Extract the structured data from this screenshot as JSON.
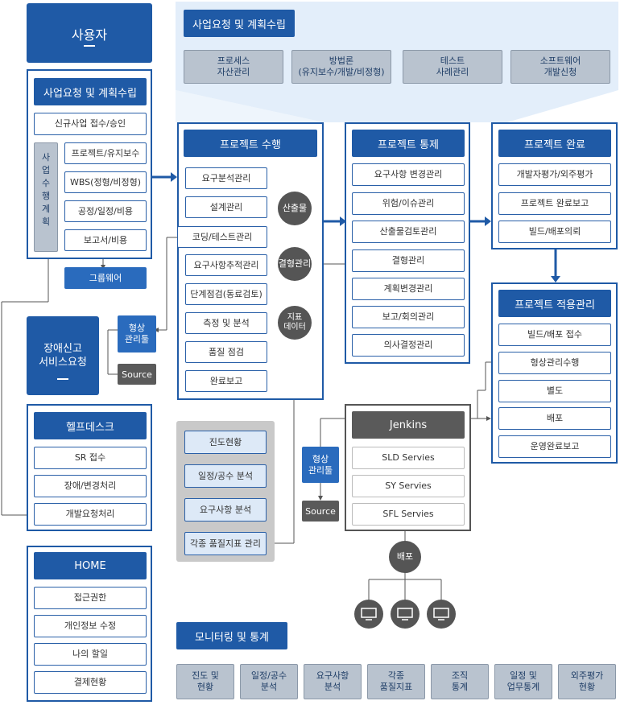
{
  "user": {
    "label": "사용자"
  },
  "incident_service": {
    "label": "장애신고\n서비스요청"
  },
  "plan_panel": {
    "title": "사업요청 및 계획수립",
    "new_project": "신규사업 접수/승인",
    "vertical_label": "사업수행계획",
    "items": [
      "프로젝트/유지보수",
      "WBS(정형/비정형)",
      "공정/일정/비용",
      "보고서/비용"
    ]
  },
  "groupware": "그룹웨어",
  "top_banner": {
    "title": "사업요청 및 계획수립",
    "items": [
      "프로세스\n자산관리",
      "방법론\n(유지보수/개발/비정형)",
      "테스트\n사례관리",
      "소프트웨어\n개발신청"
    ]
  },
  "project_exec": {
    "title": "프로젝트 수행",
    "items": [
      "요구분석관리",
      "설계관리",
      "코딩/테스트관리",
      "요구사항추적관리",
      "단계점검(동료검토)",
      "측정 및 분석",
      "품질 점검",
      "완료보고"
    ]
  },
  "circles": {
    "deliverables": "산출물",
    "approval": "결형관리",
    "metrics": "지표\n데이터",
    "deploy": "배포"
  },
  "config_tool_1": "형상\n관리툴",
  "source_1": "Source",
  "config_tool_2": "형상\n관리툴",
  "source_2": "Source",
  "project_control": {
    "title": "프로젝트 통제",
    "items": [
      "요구사항 변경관리",
      "위험/이슈관리",
      "산출물검토관리",
      "결형관리",
      "계획변경관리",
      "보고/회의관리",
      "의사결정관리"
    ]
  },
  "project_done": {
    "title": "프로젝트 완료",
    "items": [
      "개발자평가/외주평가",
      "프로젝트 완료보고",
      "빌드/배포의뢰"
    ]
  },
  "project_apply": {
    "title": "프로젝트 적용관리",
    "items": [
      "빌드/배포 접수",
      "형상관리수행",
      "별도",
      "배포",
      "운영완료보고"
    ]
  },
  "helpdesk": {
    "title": "헬프데스크",
    "items": [
      "SR 접수",
      "장애/변경처리",
      "개발요청처리"
    ]
  },
  "home": {
    "title": "HOME",
    "items": [
      "접근권한",
      "개인정보 수정",
      "나의 할일",
      "결제현황"
    ]
  },
  "status_group": {
    "items": [
      "진도현황",
      "일정/공수 분석",
      "요구사항 분석",
      "각종 품질지표 관리"
    ]
  },
  "jenkins": {
    "title": "Jenkins",
    "items": [
      "SLD Servies",
      "SY Servies",
      "SFL Servies"
    ]
  },
  "monitoring": {
    "title": "모니터링 및 통계",
    "items": [
      "진도 및\n현황",
      "일정/공수\n분석",
      "요구사항\n분석",
      "각종\n품질지표",
      "조직\n통계",
      "일정 및\n업무통계",
      "외주평가\n현황"
    ]
  },
  "colors": {
    "primary": "#1f5aa6",
    "banner_bg": "#e4effa",
    "gray_box": "#b9c3cf",
    "dark": "#555555"
  }
}
